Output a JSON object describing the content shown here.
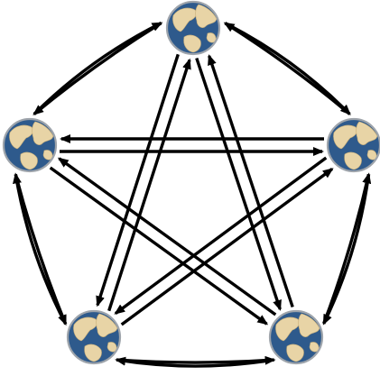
{
  "colors": {
    "arrow": "#000000",
    "ocean": "#2e5a8c",
    "land": "#e8d4a6",
    "rim": "#9ea4ab",
    "background": "#ffffff"
  },
  "nodes": [
    {
      "id": "top",
      "icon": "globe-icon"
    },
    {
      "id": "right",
      "icon": "globe-icon"
    },
    {
      "id": "bottom-right",
      "icon": "globe-icon"
    },
    {
      "id": "bottom-left",
      "icon": "globe-icon"
    },
    {
      "id": "left",
      "icon": "globe-icon"
    }
  ],
  "edges": [
    {
      "from": "top",
      "to": "right",
      "style": "curved"
    },
    {
      "from": "right",
      "to": "top",
      "style": "curved"
    },
    {
      "from": "right",
      "to": "bottom-right",
      "style": "curved"
    },
    {
      "from": "bottom-right",
      "to": "right",
      "style": "curved"
    },
    {
      "from": "bottom-right",
      "to": "bottom-left",
      "style": "curved"
    },
    {
      "from": "bottom-left",
      "to": "bottom-right",
      "style": "curved"
    },
    {
      "from": "bottom-left",
      "to": "left",
      "style": "curved"
    },
    {
      "from": "left",
      "to": "bottom-left",
      "style": "curved"
    },
    {
      "from": "left",
      "to": "top",
      "style": "curved"
    },
    {
      "from": "top",
      "to": "left",
      "style": "curved"
    },
    {
      "from": "left",
      "to": "right",
      "style": "straight"
    },
    {
      "from": "right",
      "to": "left",
      "style": "straight"
    },
    {
      "from": "top",
      "to": "bottom-left",
      "style": "straight"
    },
    {
      "from": "bottom-left",
      "to": "top",
      "style": "straight"
    },
    {
      "from": "top",
      "to": "bottom-right",
      "style": "straight"
    },
    {
      "from": "bottom-right",
      "to": "top",
      "style": "straight"
    },
    {
      "from": "left",
      "to": "bottom-right",
      "style": "straight"
    },
    {
      "from": "bottom-right",
      "to": "left",
      "style": "straight"
    },
    {
      "from": "right",
      "to": "bottom-left",
      "style": "straight"
    },
    {
      "from": "bottom-left",
      "to": "right",
      "style": "straight"
    }
  ]
}
